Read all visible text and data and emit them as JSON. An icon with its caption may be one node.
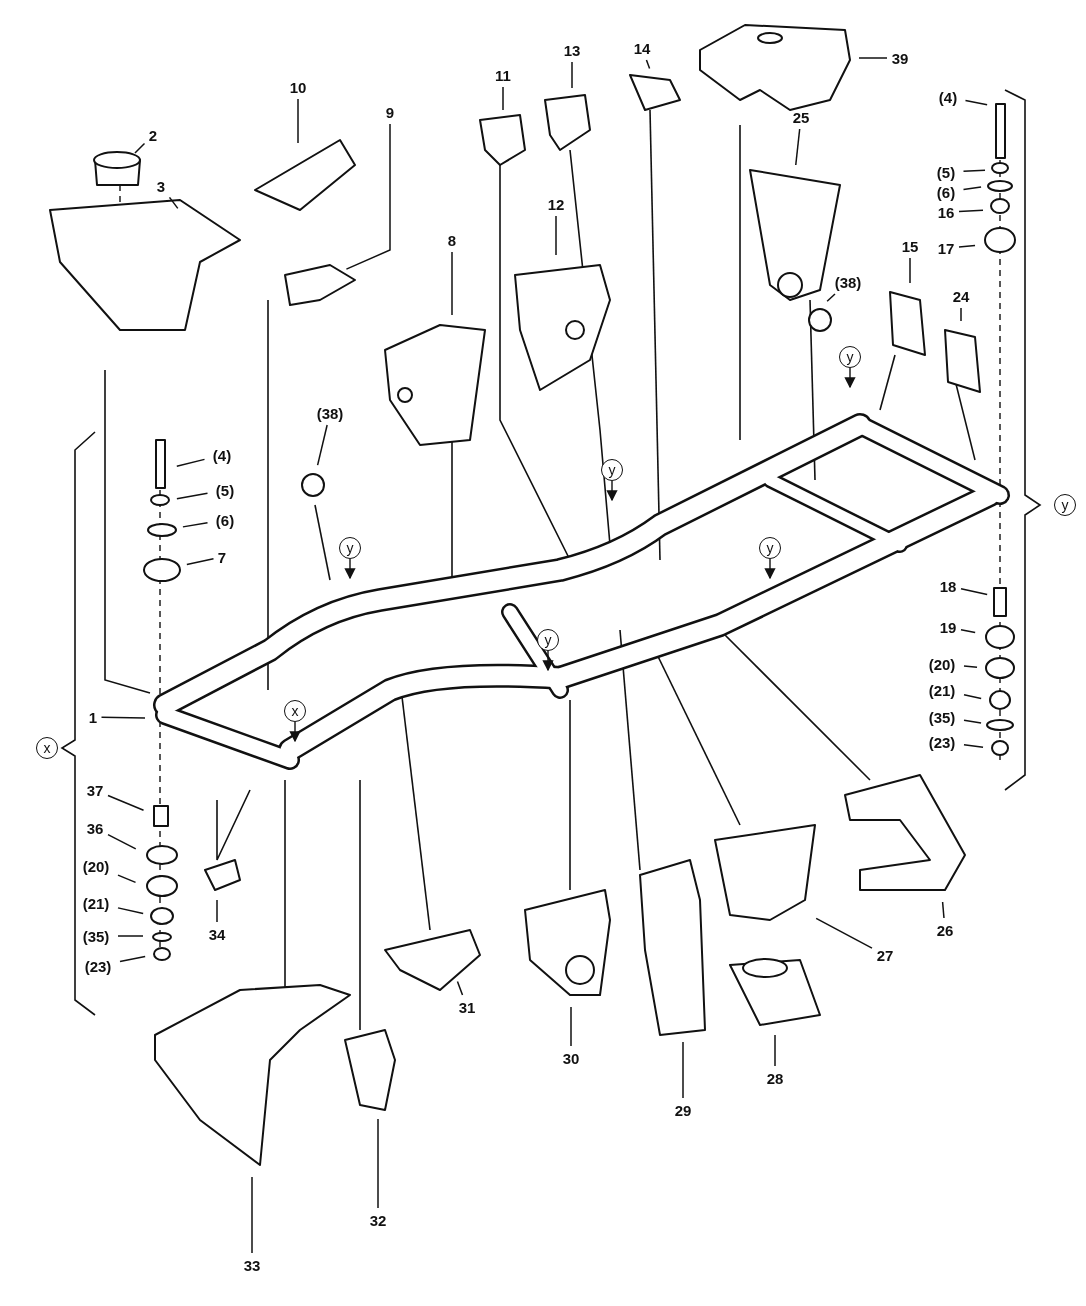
{
  "diagram": {
    "nodes": [
      {
        "text": [
          "2"
        ]
      },
      {
        "text": [
          "3"
        ]
      },
      {
        "text": [
          "10"
        ]
      },
      {
        "text": [
          "9"
        ]
      },
      {
        "text": [
          "11"
        ]
      },
      {
        "text": [
          "13"
        ]
      },
      {
        "text": [
          "14"
        ]
      },
      {
        "text": [
          "39"
        ]
      },
      {
        "text": [
          "25"
        ]
      },
      {
        "text": [
          "8"
        ]
      },
      {
        "text": [
          "12"
        ]
      },
      {
        "text": [
          "(38)"
        ]
      },
      {
        "text": [
          "15"
        ]
      },
      {
        "text": [
          "24"
        ]
      },
      {
        "text": [
          "(38)"
        ]
      },
      {
        "text": [
          "(4)"
        ]
      },
      {
        "text": [
          "(5)"
        ]
      },
      {
        "text": [
          "(6)"
        ]
      },
      {
        "text": [
          "7"
        ]
      },
      {
        "text": [
          "1"
        ]
      },
      {
        "text": [
          "37"
        ]
      },
      {
        "text": [
          "36"
        ]
      },
      {
        "text": [
          "(20)"
        ]
      },
      {
        "text": [
          "(21)"
        ]
      },
      {
        "text": [
          "(35)"
        ]
      },
      {
        "text": [
          "(23)"
        ]
      },
      {
        "text": [
          "34"
        ]
      },
      {
        "text": [
          "33"
        ]
      },
      {
        "text": [
          "32"
        ]
      },
      {
        "text": [
          "31"
        ]
      },
      {
        "text": [
          "30"
        ]
      },
      {
        "text": [
          "29"
        ]
      },
      {
        "text": [
          "28"
        ]
      },
      {
        "text": [
          "27"
        ]
      },
      {
        "text": [
          "26"
        ]
      },
      {
        "text": [
          "(4)"
        ]
      },
      {
        "text": [
          "(5)"
        ]
      },
      {
        "text": [
          "(6)"
        ]
      },
      {
        "text": [
          "16"
        ]
      },
      {
        "text": [
          "17"
        ]
      },
      {
        "text": [
          "18"
        ]
      },
      {
        "text": [
          "19"
        ]
      },
      {
        "text": [
          "(20)"
        ]
      },
      {
        "text": [
          "(21)"
        ]
      },
      {
        "text": [
          "(35)"
        ]
      },
      {
        "text": [
          "(23)"
        ]
      }
    ],
    "edges": [
      {
        "from": 0,
        "to": null,
        "arrow": "none"
      },
      {
        "from": 1,
        "to": null,
        "arrow": "none"
      },
      {
        "from": 2,
        "to": null,
        "arrow": "none"
      },
      {
        "from": 3,
        "to": null,
        "arrow": "none"
      },
      {
        "from": 4,
        "to": null,
        "arrow": "none"
      },
      {
        "from": 5,
        "to": null,
        "arrow": "none"
      },
      {
        "from": 6,
        "to": null,
        "arrow": "none"
      },
      {
        "from": 7,
        "to": null,
        "arrow": "none"
      },
      {
        "from": 8,
        "to": null,
        "arrow": "none"
      },
      {
        "from": 9,
        "to": null,
        "arrow": "none"
      },
      {
        "from": 10,
        "to": null,
        "arrow": "none"
      },
      {
        "from": 11,
        "to": null,
        "arrow": "none"
      },
      {
        "from": 12,
        "to": null,
        "arrow": "none"
      },
      {
        "from": 13,
        "to": null,
        "arrow": "none"
      },
      {
        "from": 14,
        "to": null,
        "arrow": "none"
      },
      {
        "from": 15,
        "to": null,
        "arrow": "none"
      },
      {
        "from": 16,
        "to": null,
        "arrow": "none"
      },
      {
        "from": 17,
        "to": null,
        "arrow": "none"
      },
      {
        "from": 18,
        "to": null,
        "arrow": "none"
      },
      {
        "from": 19,
        "to": null,
        "arrow": "none"
      },
      {
        "from": 20,
        "to": null,
        "arrow": "none"
      },
      {
        "from": 21,
        "to": null,
        "arrow": "none"
      },
      {
        "from": 22,
        "to": null,
        "arrow": "none"
      },
      {
        "from": 23,
        "to": null,
        "arrow": "none"
      },
      {
        "from": 24,
        "to": null,
        "arrow": "none"
      },
      {
        "from": 25,
        "to": null,
        "arrow": "none"
      },
      {
        "from": 26,
        "to": null,
        "arrow": "none"
      },
      {
        "from": 27,
        "to": null,
        "arrow": "none"
      },
      {
        "from": 28,
        "to": null,
        "arrow": "none"
      },
      {
        "from": 29,
        "to": null,
        "arrow": "none"
      },
      {
        "from": 30,
        "to": null,
        "arrow": "none"
      },
      {
        "from": 31,
        "to": null,
        "arrow": "none"
      },
      {
        "from": 32,
        "to": null,
        "arrow": "none"
      },
      {
        "from": 33,
        "to": null,
        "arrow": "none"
      },
      {
        "from": 34,
        "to": null,
        "arrow": "none"
      },
      {
        "from": 35,
        "to": null,
        "arrow": "none"
      },
      {
        "from": 36,
        "to": null,
        "arrow": "none"
      },
      {
        "from": 37,
        "to": null,
        "arrow": "none"
      },
      {
        "from": 38,
        "to": null,
        "arrow": "none"
      },
      {
        "from": 39,
        "to": null,
        "arrow": "none"
      },
      {
        "from": 40,
        "to": null,
        "arrow": "none"
      },
      {
        "from": 41,
        "to": null,
        "arrow": "none"
      },
      {
        "from": 42,
        "to": null,
        "arrow": "none"
      },
      {
        "from": 43,
        "to": null,
        "arrow": "none"
      },
      {
        "from": 44,
        "to": null,
        "arrow": "none"
      },
      {
        "from": 45,
        "to": null,
        "arrow": "none"
      }
    ],
    "labels": [
      "y",
      "y",
      "y",
      "y",
      "y",
      "y",
      "x",
      "x"
    ]
  }
}
